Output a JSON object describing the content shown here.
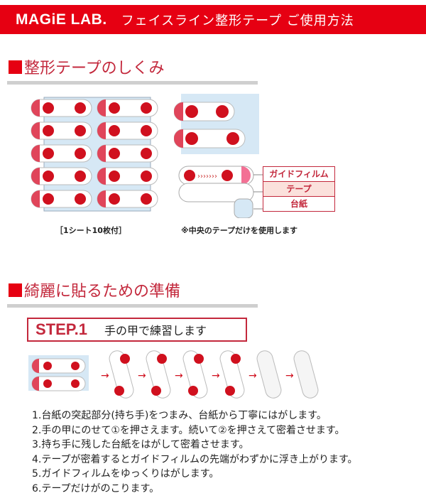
{
  "header": {
    "brand": "MAGiE LAB.",
    "title": "フェイスライン整形テープ ご使用方法"
  },
  "section1": {
    "title": "整形テープのしくみ",
    "sheet_caption": "［1シート10枚付］",
    "usage_note": "※中央のテープだけを使用します",
    "layers": [
      "ガイドフィルム",
      "テープ",
      "台紙"
    ]
  },
  "section2": {
    "title": "綺麗に貼るための準備",
    "step_label": "STEP.1",
    "step_text": "手の甲で練習します",
    "instructions": [
      "1.台紙の突起部分(持ち手)をつまみ、台紙から丁寧にはがします。",
      "2.手の甲にのせて①を押さえます。続いて②を押さえて密着させます。",
      "3.持ち手に残した台紙をはがして密着させます。",
      "4.テープが密着するとガイドフィルムの先端がわずかに浮き上がります。",
      "5.ガイドフィルムをゆっくりはがします。",
      "6.テープだけがのこります。"
    ]
  },
  "colors": {
    "brand_red": "#e60012",
    "title_red": "#c3283c",
    "sheet_blue": "#d6e8f5"
  }
}
